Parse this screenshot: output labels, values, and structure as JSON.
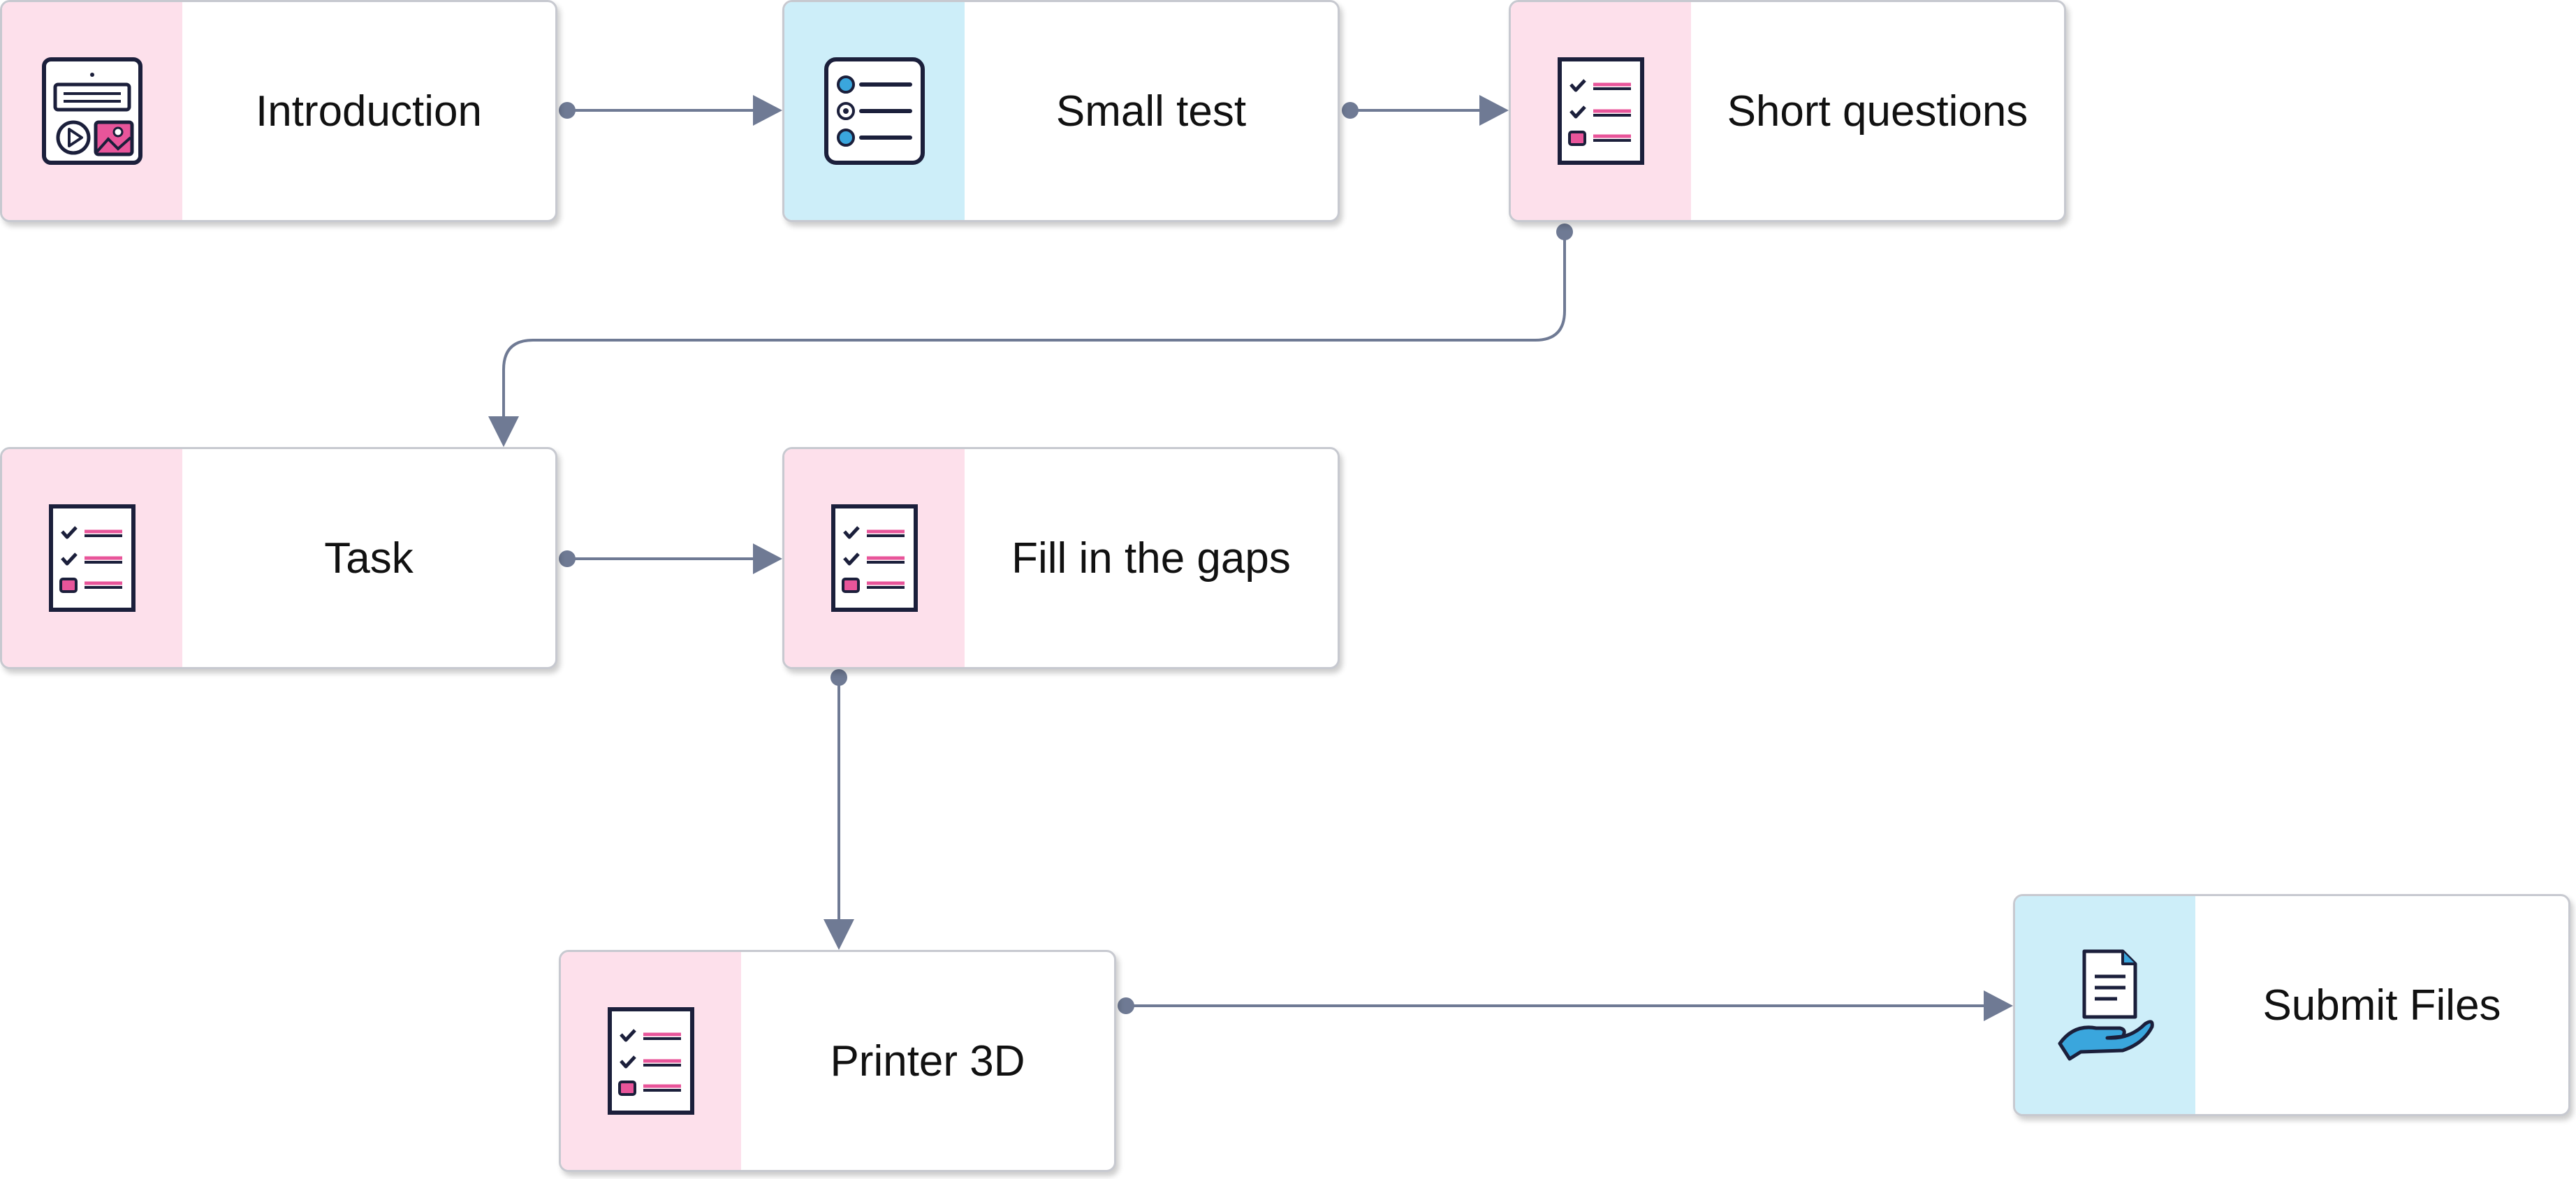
{
  "nodes": {
    "introduction": {
      "label": "Introduction",
      "icon": "media-board-icon",
      "strip_color": "#fde0eb"
    },
    "small_test": {
      "label": "Small test",
      "icon": "radio-list-icon",
      "strip_color": "#cdeef9"
    },
    "short_questions": {
      "label": "Short questions",
      "icon": "checklist-icon",
      "strip_color": "#fde0eb"
    },
    "task": {
      "label": "Task",
      "icon": "checklist-icon",
      "strip_color": "#fde0eb"
    },
    "fill_in_the_gaps": {
      "label": "Fill in the gaps",
      "icon": "checklist-icon",
      "strip_color": "#fde0eb"
    },
    "printer_3d": {
      "label": "Printer 3D",
      "icon": "checklist-icon",
      "strip_color": "#fde0eb"
    },
    "submit_files": {
      "label": "Submit Files",
      "icon": "hand-document-icon",
      "strip_color": "#cdeef9"
    }
  },
  "edges": [
    {
      "from": "Introduction",
      "to": "Small test"
    },
    {
      "from": "Small test",
      "to": "Short questions"
    },
    {
      "from": "Short questions",
      "to": "Task"
    },
    {
      "from": "Task",
      "to": "Fill in the gaps"
    },
    {
      "from": "Fill in the gaps",
      "to": "Printer 3D"
    },
    {
      "from": "Printer 3D",
      "to": "Submit Files"
    }
  ],
  "colors": {
    "connector": "#6f7a94",
    "icon_stroke": "#1b1f3b",
    "icon_pink": "#e8559a",
    "icon_blue": "#3aa6dd"
  }
}
